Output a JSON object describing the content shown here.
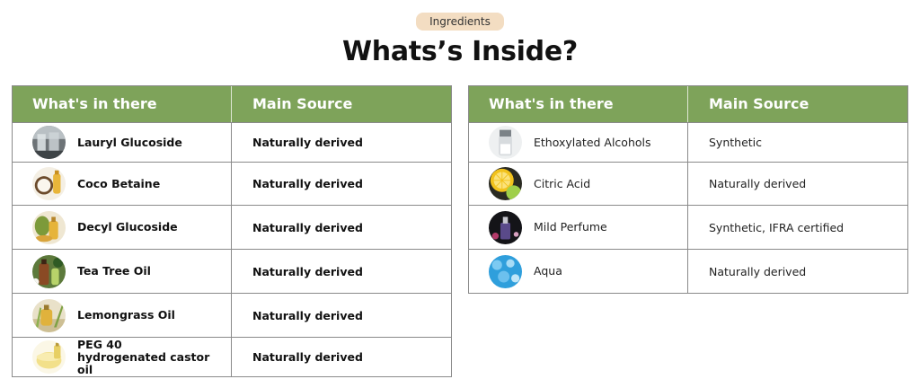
{
  "header": {
    "badge": "Ingredients",
    "title": "Whats’s Inside?"
  },
  "left_table": {
    "col1": "What's in there",
    "col2": "Main Source",
    "rows": [
      {
        "name": "Lauryl Glucoside",
        "source": "Naturally derived",
        "icon": "lab-beaker-icon"
      },
      {
        "name": "Coco Betaine",
        "source": "Naturally derived",
        "icon": "coconut-icon"
      },
      {
        "name": "Decyl Glucoside",
        "source": "Naturally derived",
        "icon": "oil-bottle-icon"
      },
      {
        "name": "Tea Tree Oil",
        "source": "Naturally derived",
        "icon": "tea-tree-icon"
      },
      {
        "name": "Lemongrass Oil",
        "source": "Naturally derived",
        "icon": "lemongrass-oil-icon"
      },
      {
        "name": "PEG 40 hydrogenated castor oil",
        "source": "Naturally derived",
        "icon": "castor-oil-icon"
      }
    ]
  },
  "right_table": {
    "col1": "What's in there",
    "col2": "Main Source",
    "rows": [
      {
        "name": "Ethoxylated Alcohols",
        "source": "Synthetic",
        "icon": "vial-icon"
      },
      {
        "name": "Citric Acid",
        "source": "Naturally derived",
        "icon": "lemon-icon"
      },
      {
        "name": "Mild Perfume",
        "source": "Synthetic, IFRA certified",
        "icon": "perfume-icon"
      },
      {
        "name": "Aqua",
        "source": "Naturally derived",
        "icon": "water-icon"
      }
    ]
  },
  "colors": {
    "header_green": "#7ea35a",
    "badge_bg": "#f3ddc2"
  }
}
